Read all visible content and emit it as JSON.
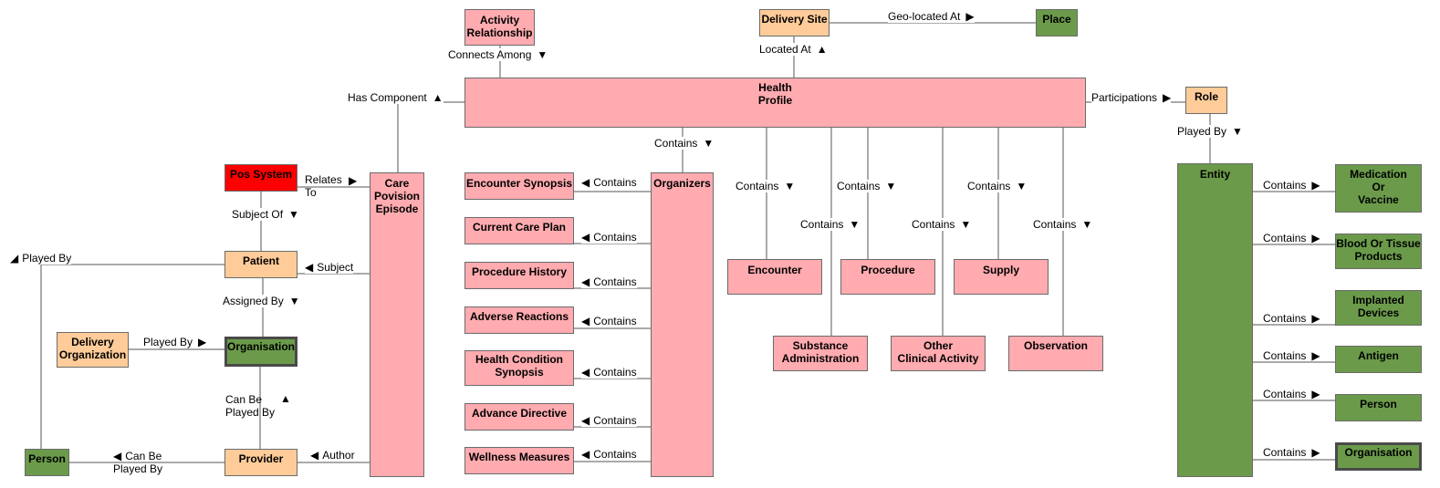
{
  "nodes": {
    "activity_relationship": "Activity\nRelationship",
    "delivery_site": "Delivery Site",
    "place": "Place",
    "health_profile": "Health\nProfile",
    "role": "Role",
    "entity": "Entity",
    "pos_system": "Pos System",
    "care_provision_episode": "Care\nPovision\nEpisode",
    "patient": "Patient",
    "delivery_organization": "Delivery\nOrganization",
    "organisation_left": "Organisation",
    "provider": "Provider",
    "person_left": "Person",
    "organizers": "Organizers",
    "encounter_synopsis": "Encounter Synopsis",
    "current_care_plan": "Current Care Plan",
    "procedure_history": "Procedure History",
    "adverse_reactions": "Adverse Reactions",
    "health_condition_synopsis": "Health Condition\nSynopsis",
    "advance_directive": "Advance Directive",
    "wellness_measures": "Wellness Measures",
    "encounter": "Encounter",
    "procedure": "Procedure",
    "supply": "Supply",
    "substance_administration": "Substance\nAdministration",
    "other_clinical_activity": "Other\nClinical Activity",
    "observation": "Observation",
    "medication_or_vaccine": "Medication\nOr\nVaccine",
    "blood_or_tissue_products": "Blood Or Tissue\nProducts",
    "implanted_devices": "Implanted\nDevices",
    "antigen": "Antigen",
    "person_right": "Person",
    "organisation_right": "Organisation"
  },
  "labels": {
    "connects_among": "Connects Among",
    "located_at": "Located At",
    "geo_located_at": "Geo-located At",
    "has_component": "Has Component",
    "participations": "Participations",
    "played_by_role": "Played By",
    "contains_hp": "Contains",
    "relates_to": "Relates\nTo",
    "subject_of": "Subject Of",
    "played_by_left": "Played By",
    "subject": "Subject",
    "assigned_by": "Assigned By",
    "played_by_org": "Played By",
    "can_be_played_by_mid": "Can Be\nPlayed By",
    "can_be_played_by_bottom": "Can Be\nPlayed By",
    "author": "Author",
    "contains": "Contains"
  },
  "arrows": {
    "down": "▼",
    "up": "▲",
    "left": "◀",
    "right": "▶",
    "diag": "◢"
  },
  "colors": {
    "pink": "#ffabb0",
    "peach": "#ffcc99",
    "green": "#6b9b4a",
    "red": "#ff0000",
    "line": "#555555"
  }
}
